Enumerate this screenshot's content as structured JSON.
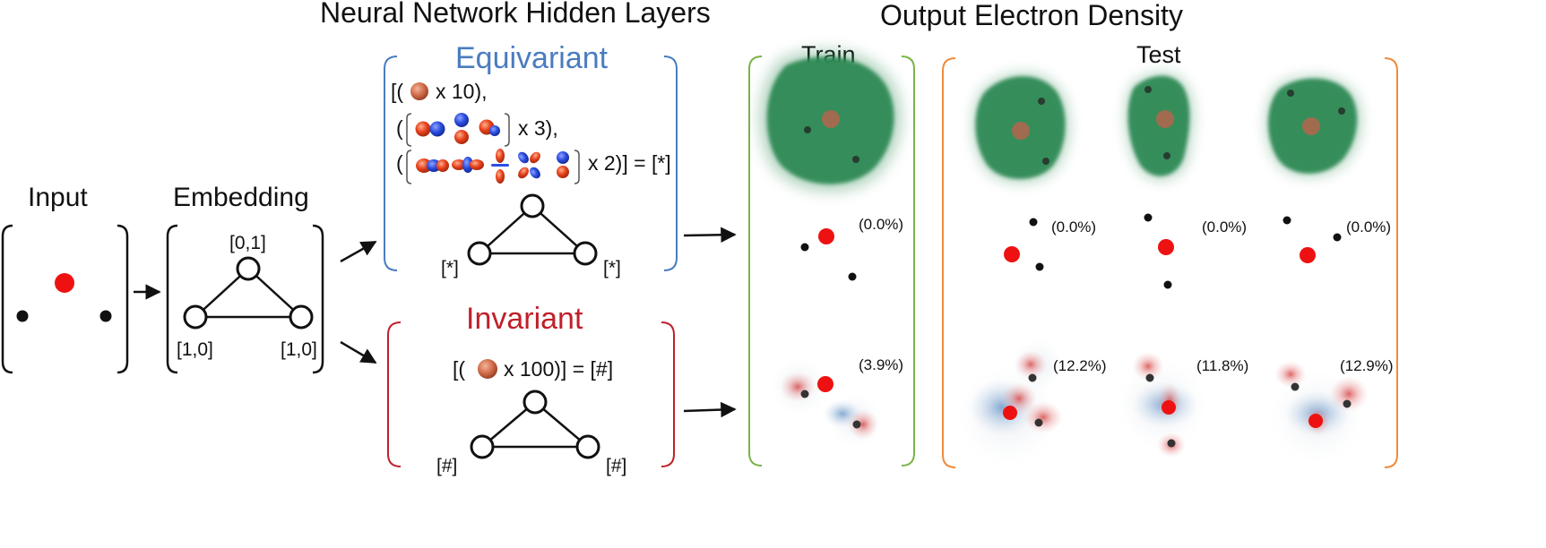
{
  "headings": {
    "hidden_layers": "Neural Network Hidden Layers",
    "output_density": "Output Electron Density"
  },
  "input": {
    "title": "Input"
  },
  "embedding": {
    "title": "Embedding",
    "top_node": "[0,1]",
    "left_node": "[1,0]",
    "right_node": "[1,0]"
  },
  "equivariant": {
    "title": "Equivariant",
    "title_color": "#4a7cc0",
    "bracket_color": "#4a7cc0",
    "line1_open": "[(",
    "line1_close": "x 10),",
    "line2_open": "(",
    "line2_close": "x 3),",
    "line3_open": "(",
    "line3_close": "x 2)] = [*]",
    "node_left": "[*]",
    "node_right": "[*]"
  },
  "invariant": {
    "title": "Invariant",
    "title_color": "#c0202a",
    "bracket_color": "#c0202a",
    "formula_open": "[(",
    "formula_close": "x 100)] = [#]",
    "node_left": "[#]",
    "node_right": "[#]"
  },
  "train": {
    "title": "Train",
    "title_color": "#5a8f2e",
    "bracket_color": "#7ab34a",
    "equivariant_error": "(0.0%)",
    "invariant_error": "(3.9%)"
  },
  "test": {
    "title": "Test",
    "title_color": "#ef8a3a",
    "bracket_color": "#ef8a3a",
    "equivariant_errors": [
      "(0.0%)",
      "(0.0%)",
      "(0.0%)"
    ],
    "invariant_errors": [
      "(12.2%)",
      "(11.8%)",
      "(12.9%)"
    ]
  },
  "colors": {
    "oxygen": "#ee1111",
    "hydrogen": "#111111",
    "density_green": "#2f8a55",
    "density_center": "#a06b4f",
    "orbital_red": "#e8421c",
    "orbital_blue": "#2d4fe0",
    "error_red": "#d96a6a",
    "error_blue": "#7fa5cf"
  }
}
